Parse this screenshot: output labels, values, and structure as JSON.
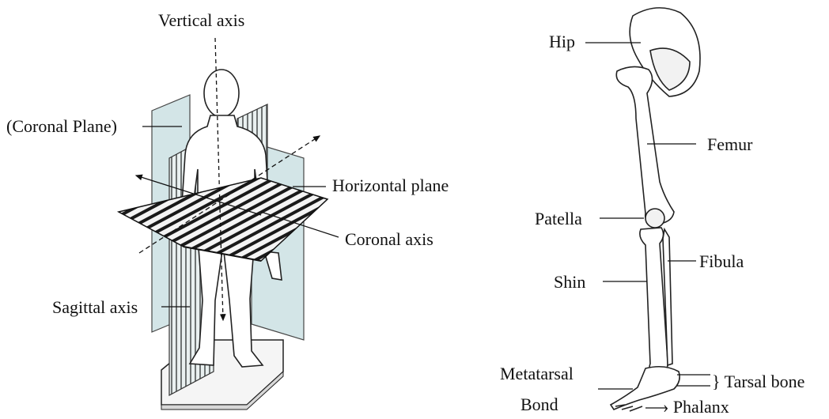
{
  "left_figure": {
    "labels": {
      "vertical_axis": "Vertical axis",
      "coronal_plane": "(Coronal Plane)",
      "horizontal_plane": "Horizontal plane",
      "coronal_axis": "Coronal axis",
      "sagittal_axis": "Sagittal axis"
    }
  },
  "right_figure": {
    "labels": {
      "hip": "Hip",
      "femur": "Femur",
      "patella": "Patella",
      "fibula": "Fibula",
      "shin": "Shin",
      "metatarsal_line1": "Metatarsal",
      "metatarsal_line2": "Bond",
      "tarsal_bone": "} Tarsal bone",
      "phalanx": "› Phalanx"
    }
  }
}
